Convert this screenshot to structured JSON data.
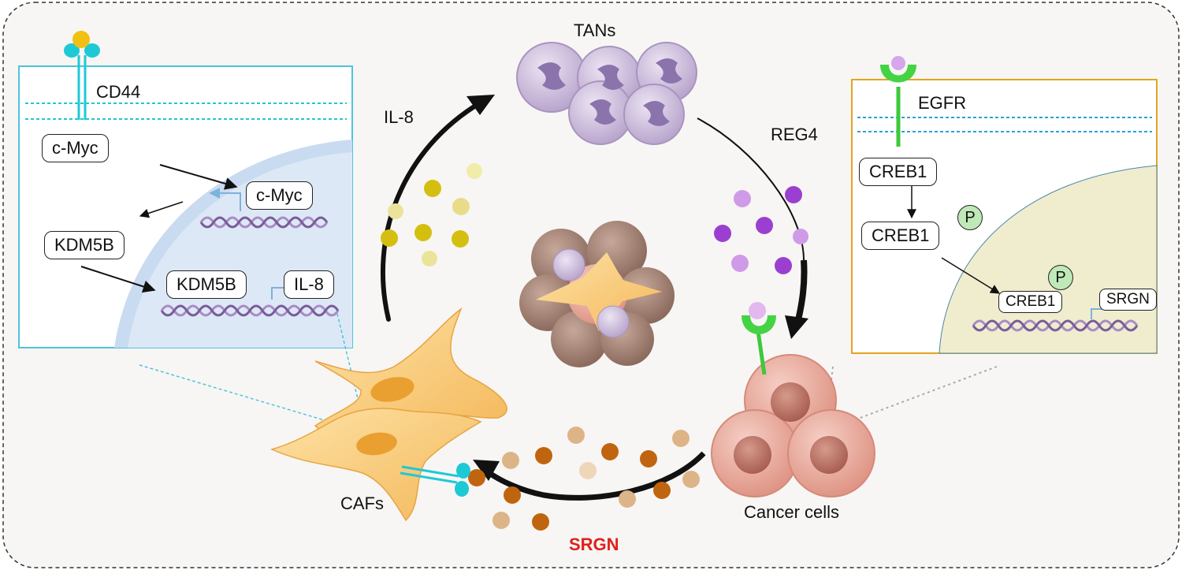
{
  "labels": {
    "tans": "TANs",
    "il8_arrow": "IL-8",
    "reg4": "REG4",
    "cafs": "CAFs",
    "cancer_cells": "Cancer cells",
    "srgn": "SRGN"
  },
  "left_panel": {
    "receptor": "CD44",
    "cmyc_cytoplasm": "c-Myc",
    "cmyc_gene": "c-Myc",
    "kdm5b_cytoplasm": "KDM5B",
    "kdm5b_gene": "KDM5B",
    "il8_gene": "IL-8"
  },
  "right_panel": {
    "receptor": "EGFR",
    "creb1_top": "CREB1",
    "creb1_phos": "CREB1",
    "p_badge_1": "P",
    "p_badge_2": "P",
    "creb1_nuclear": "CREB1",
    "srgn_gene": "SRGN"
  },
  "colors": {
    "il8_particles": "#d4bf10",
    "reg4_particles": "#9b3fd1",
    "srgn_particles": "#c0650f",
    "cd44": "#1ec9d6",
    "egfr": "#3cc93c",
    "left_panel_border": "#4ec4dc",
    "right_panel_border": "#e4a420",
    "srgn_label": "#e0201b"
  }
}
